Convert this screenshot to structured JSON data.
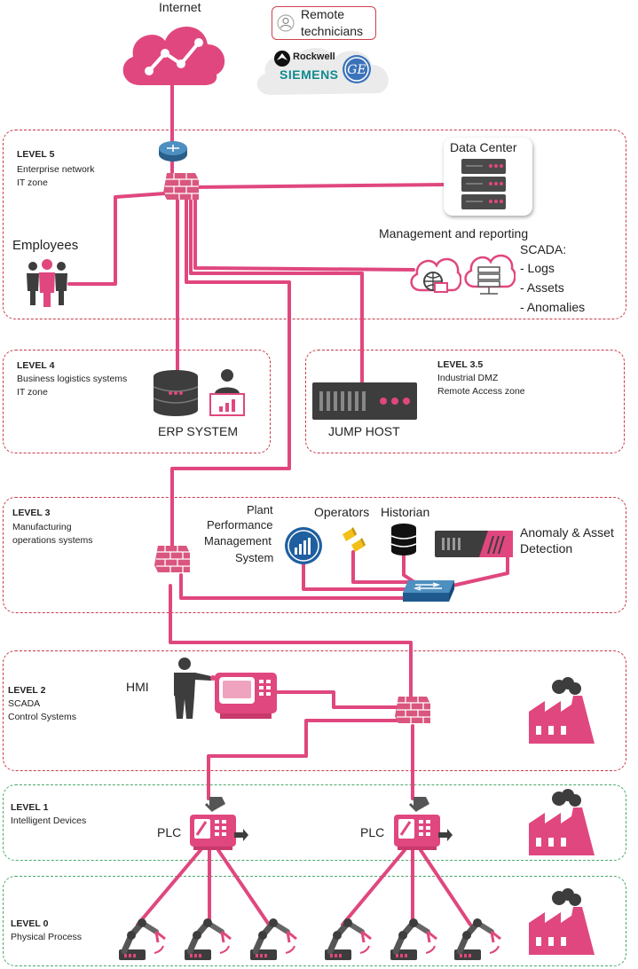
{
  "top": {
    "internet": "Internet",
    "remote": [
      "Remote",
      "technicians"
    ],
    "vendor_rockwell": "Rockwell",
    "vendor_siemens": "SIEMENS",
    "vendor_ge": "GE"
  },
  "levels": {
    "l5": {
      "title": "LEVEL 5",
      "line1": "Enterprise network",
      "line2": "IT zone",
      "employees": "Employees",
      "datacenter": "Data Center",
      "mgmt": "Management and reporting",
      "scada": [
        "SCADA:",
        "- Logs",
        "- Assets",
        "- Anomalies"
      ]
    },
    "l4": {
      "title": "LEVEL 4",
      "line1": "Business logistics systems",
      "line2": "IT zone",
      "erp": "ERP SYSTEM"
    },
    "l35": {
      "title": "LEVEL 3.5",
      "line1": "Industrial DMZ",
      "line2": "Remote Access zone",
      "jump": "JUMP HOST"
    },
    "l3": {
      "title": "LEVEL 3",
      "line1": "Manufacturing",
      "line2": "operations systems",
      "ppm": [
        "Plant",
        "Performance",
        "Management",
        "System"
      ],
      "operators": "Operators",
      "historian": "Historian",
      "anomaly": [
        "Anomaly & Asset",
        "Detection"
      ]
    },
    "l2": {
      "title": "LEVEL 2",
      "line1": "SCADA",
      "line2": "Control Systems",
      "hmi": "HMI"
    },
    "l1": {
      "title": "LEVEL 1",
      "line1": "Intelligent Devices",
      "plc": "PLC"
    },
    "l0": {
      "title": "LEVEL 0",
      "line1": "Physical Process"
    }
  },
  "colors": {
    "accent": "#e0477f",
    "zone_red": "#c83a4a",
    "zone_green": "#4aa86a",
    "dark": "#3d3d3d"
  },
  "icons": [
    "cloud-icon",
    "router-icon",
    "firewall-icon",
    "server-icon",
    "database-icon",
    "switch-icon",
    "factory-icon",
    "plc-icon",
    "robot-arm-icon",
    "person-icon"
  ]
}
